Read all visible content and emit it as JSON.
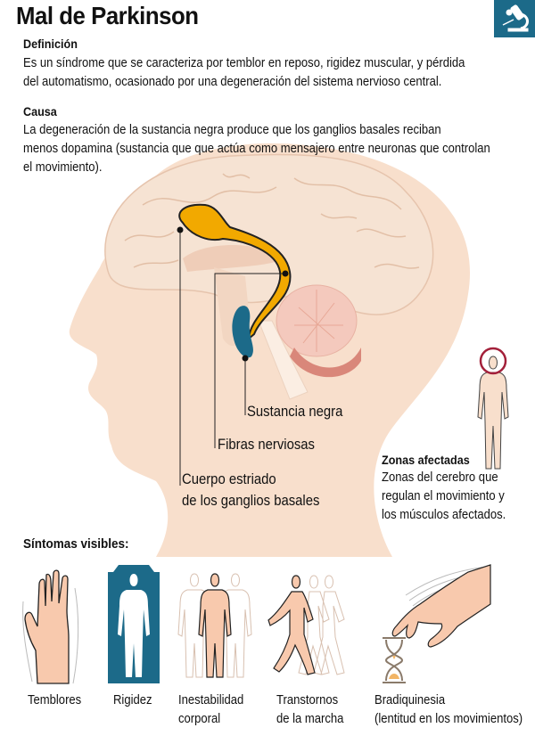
{
  "header": {
    "title": "Mal de Parkinson",
    "logo_icon": "microscope-icon"
  },
  "definition": {
    "heading": "Definición",
    "lines": [
      "Es un síndrome que se caracteriza por temblor en reposo, rigidez muscular, y pérdida",
      "del  automatismo, ocasionado por una degeneración del sistema nervioso central."
    ]
  },
  "cause": {
    "heading": "Causa",
    "lines": [
      "La degeneración de la sustancia negra produce que los ganglios basales reciban",
      "menos dopamina (sustancia que que actúa como mensajero entre neuronas que controlan",
      "el movimiento)."
    ]
  },
  "diagram": {
    "labels": {
      "substantia_nigra": "Sustancia negra",
      "nerve_fibers": "Fibras nerviosas",
      "striatum_line1": "Cuerpo estriado",
      "striatum_line2": "de los ganglios basales"
    }
  },
  "affected_zones": {
    "heading": "Zonas afectadas",
    "lines": [
      "Zonas del cerebro que",
      "regulan el movimiento y",
      "los músculos afectados."
    ]
  },
  "symptoms": {
    "heading": "Síntomas visibles:",
    "items": [
      {
        "icon": "trembling-hand-icon",
        "line1": "Temblores",
        "line2": ""
      },
      {
        "icon": "rigid-body-icon",
        "line1": "Rigidez",
        "line2": ""
      },
      {
        "icon": "unstable-body-icon",
        "line1": "Inestabilidad",
        "line2": "corporal"
      },
      {
        "icon": "walking-figure-icon",
        "line1": "Transtornos",
        "line2": "de la marcha"
      },
      {
        "icon": "slow-hand-hourglass-icon",
        "line1": "Bradiquinesia",
        "line2": "(lentitud en los movimientos)"
      }
    ]
  },
  "colors": {
    "skin": "#f8dfcc",
    "brain": "#f6e3d3",
    "dopamine_path": "#f2a900",
    "substantia_nigra": "#1c6a89",
    "accent_circle": "#a3203a",
    "logo_bg": "#1c6a89"
  }
}
